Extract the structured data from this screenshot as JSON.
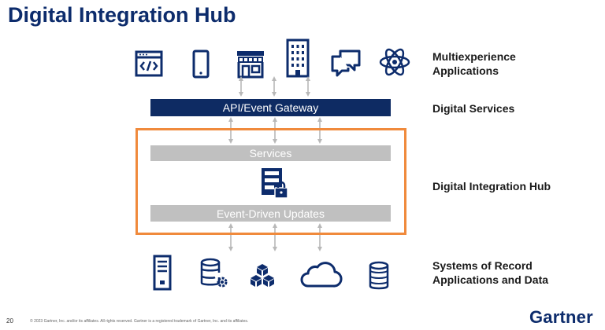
{
  "title": "Digital Integration Hub",
  "gateway_label": "API/Event Gateway",
  "services_label": "Services",
  "updates_label": "Event-Driven Updates",
  "labels": {
    "multiexperience_line1": "Multiexperience",
    "multiexperience_line2": "Applications",
    "digital_services": "Digital Services",
    "digital_integration_hub": "Digital Integration Hub",
    "systems_line1": "Systems of Record",
    "systems_line2": "Applications and Data"
  },
  "top_icons": [
    "web-code-icon",
    "mobile-phone-icon",
    "storefront-icon",
    "office-building-icon",
    "chat-bubbles-icon",
    "react-atom-icon"
  ],
  "bottom_icons": [
    "server-tower-icon",
    "database-gear-icon",
    "cubes-icon",
    "cloud-icon",
    "database-cylinder-icon"
  ],
  "footer": {
    "page_number": "20",
    "copyright": "© 2023 Gartner, Inc. and/or its affiliates. All rights reserved. Gartner is a registered trademark of Gartner, Inc. and its affiliates.",
    "logo": "Gartner"
  },
  "colors": {
    "navy": "#0d2c6c",
    "gateway": "#0e2b63",
    "gray_bar": "#c0c0c0",
    "hub_border": "#f08a3c",
    "arrow": "#b8b8b8"
  }
}
